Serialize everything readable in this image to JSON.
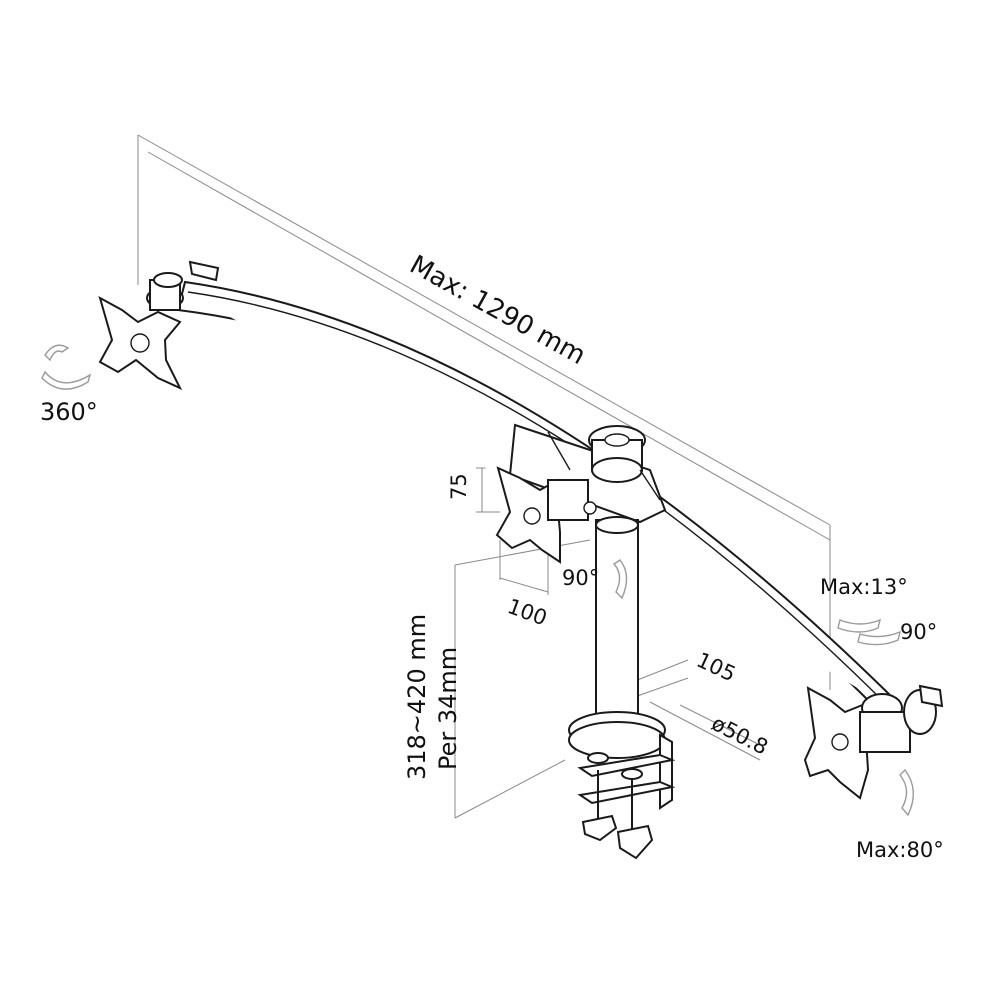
{
  "labels": {
    "max_span": "Max: 1290 mm",
    "rotation_left": "360°",
    "vesa_height": "75",
    "vesa_width": "100",
    "center_tilt": "90°",
    "right_tilt_max": "Max:13°",
    "right_swivel": "90°",
    "right_rotation_max": "Max:80°",
    "pole_height": "318~420 mm",
    "pole_step": "Per 34mm",
    "base_depth": "105",
    "pole_diameter": "ø50.8"
  },
  "colors": {
    "line": "#1a1a1a",
    "dimension_line": "#8a8a8a",
    "background": "#ffffff"
  },
  "icons": {
    "left_plate": "vesa-plate-icon",
    "center_plate": "vesa-plate-icon",
    "right_plate": "vesa-plate-icon",
    "clamp": "desk-clamp-icon"
  }
}
